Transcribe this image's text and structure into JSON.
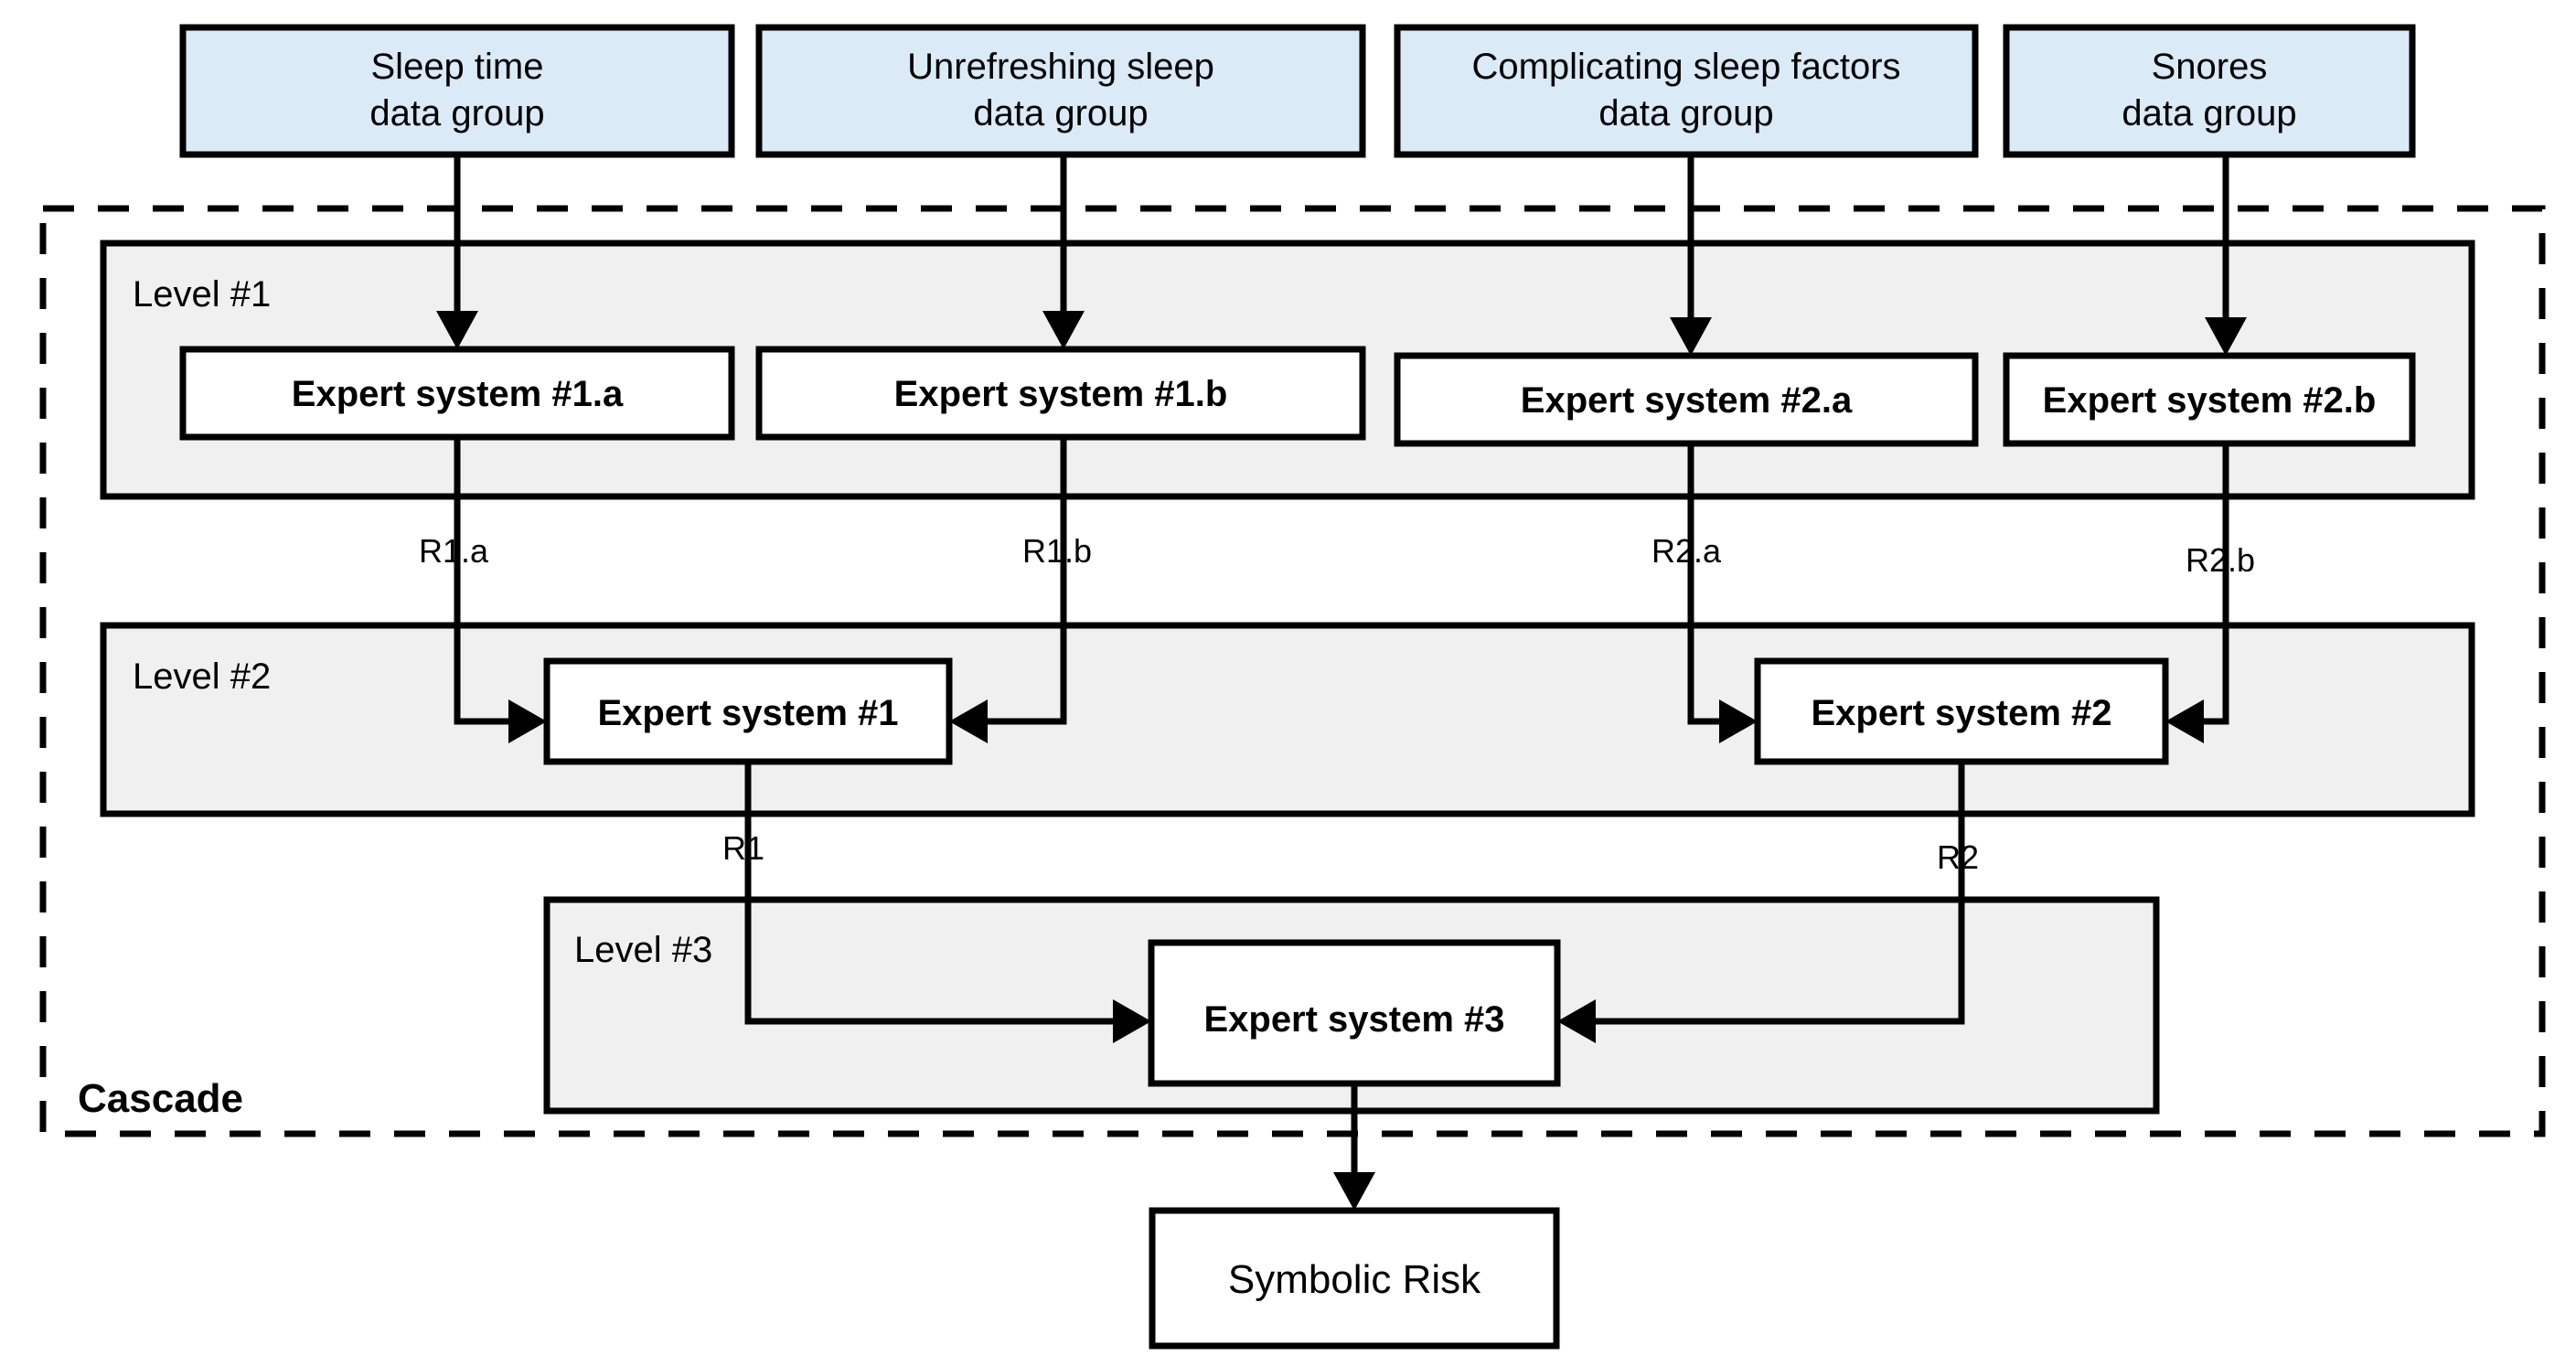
{
  "diagram": {
    "title": "Cascade expert system architecture",
    "container_label": "Cascade",
    "colors": {
      "data_group_fill": "#daeaf7",
      "level_panel_fill": "#f0f0f0",
      "box_fill": "#ffffff",
      "stroke": "#000000"
    }
  },
  "data_groups": [
    {
      "line1": "Sleep time",
      "line2": "data group"
    },
    {
      "line1": "Unrefreshing sleep",
      "line2": "data group"
    },
    {
      "line1": "Complicating sleep factors",
      "line2": "data group"
    },
    {
      "line1": "Snores",
      "line2": "data group"
    }
  ],
  "levels": [
    {
      "label": "Level #1"
    },
    {
      "label": "Level #2"
    },
    {
      "label": "Level #3"
    }
  ],
  "level1_systems": [
    {
      "label": "Expert system #1.a"
    },
    {
      "label": "Expert system #1.b"
    },
    {
      "label": "Expert system #2.a"
    },
    {
      "label": "Expert system #2.b"
    }
  ],
  "level2_systems": [
    {
      "label": "Expert system #1"
    },
    {
      "label": "Expert system #2"
    }
  ],
  "level3_systems": [
    {
      "label": "Expert system #3"
    }
  ],
  "edge_labels": {
    "r1a": "R1.a",
    "r1b": "R1.b",
    "r2a": "R2.a",
    "r2b": "R2.b",
    "r1": "R1",
    "r2": "R2"
  },
  "output": {
    "label": "Symbolic Risk"
  }
}
